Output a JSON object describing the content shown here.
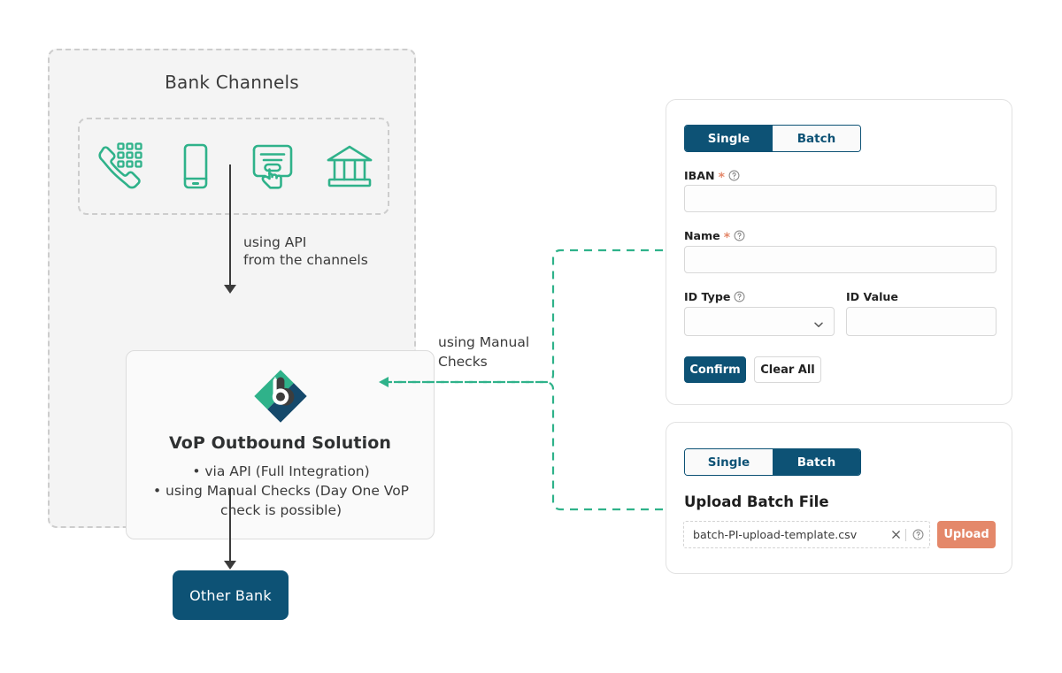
{
  "theme": {
    "navy": "#0d5275",
    "teal": "#2fb28a",
    "salmon": "#e4886a",
    "panel_bg": "#f4f4f4",
    "dash_gray": "#cdcdcd",
    "text": "#3b3b3b"
  },
  "diagram": {
    "bank_group_title": "Bank Channels",
    "channels": [
      {
        "name": "phone-keypad-icon",
        "label": "Phone"
      },
      {
        "name": "mobile-phone-icon",
        "label": "Mobile"
      },
      {
        "name": "touchscreen-hand-icon",
        "label": "Online"
      },
      {
        "name": "bank-building-icon",
        "label": "Branch"
      }
    ],
    "api_label_line1": "using API",
    "api_label_line2": "from the channels",
    "manual_label_line1": "using Manual",
    "manual_label_line2": "Checks",
    "vop": {
      "title": "VoP Outbound Solution",
      "bullets": [
        "•  via API (Full Integration)",
        "•  using Manual Checks (Day One VoP",
        "check is possible)"
      ],
      "logo_name": "vop-diamond-logo"
    },
    "other_bank": "Other Bank"
  },
  "single_card": {
    "tabs": [
      {
        "label": "Single",
        "active": true
      },
      {
        "label": "Batch",
        "active": false
      }
    ],
    "fields": {
      "iban": {
        "label": "IBAN",
        "required": true,
        "help": true,
        "value": "",
        "placeholder": ""
      },
      "name": {
        "label": "Name",
        "required": true,
        "help": true,
        "value": "",
        "placeholder": ""
      },
      "id_type": {
        "label": "ID Type",
        "required": false,
        "help": true,
        "value": "",
        "placeholder": ""
      },
      "id_value": {
        "label": "ID Value",
        "required": false,
        "help": false,
        "value": "",
        "placeholder": ""
      }
    },
    "buttons": {
      "confirm": "Confirm",
      "clear_all": "Clear All"
    }
  },
  "batch_card": {
    "tabs": [
      {
        "label": "Single",
        "active": false
      },
      {
        "label": "Batch",
        "active": true
      }
    ],
    "upload_title": "Upload Batch File",
    "file_name": "batch-PI-upload-template.csv",
    "upload_button": "Upload"
  }
}
